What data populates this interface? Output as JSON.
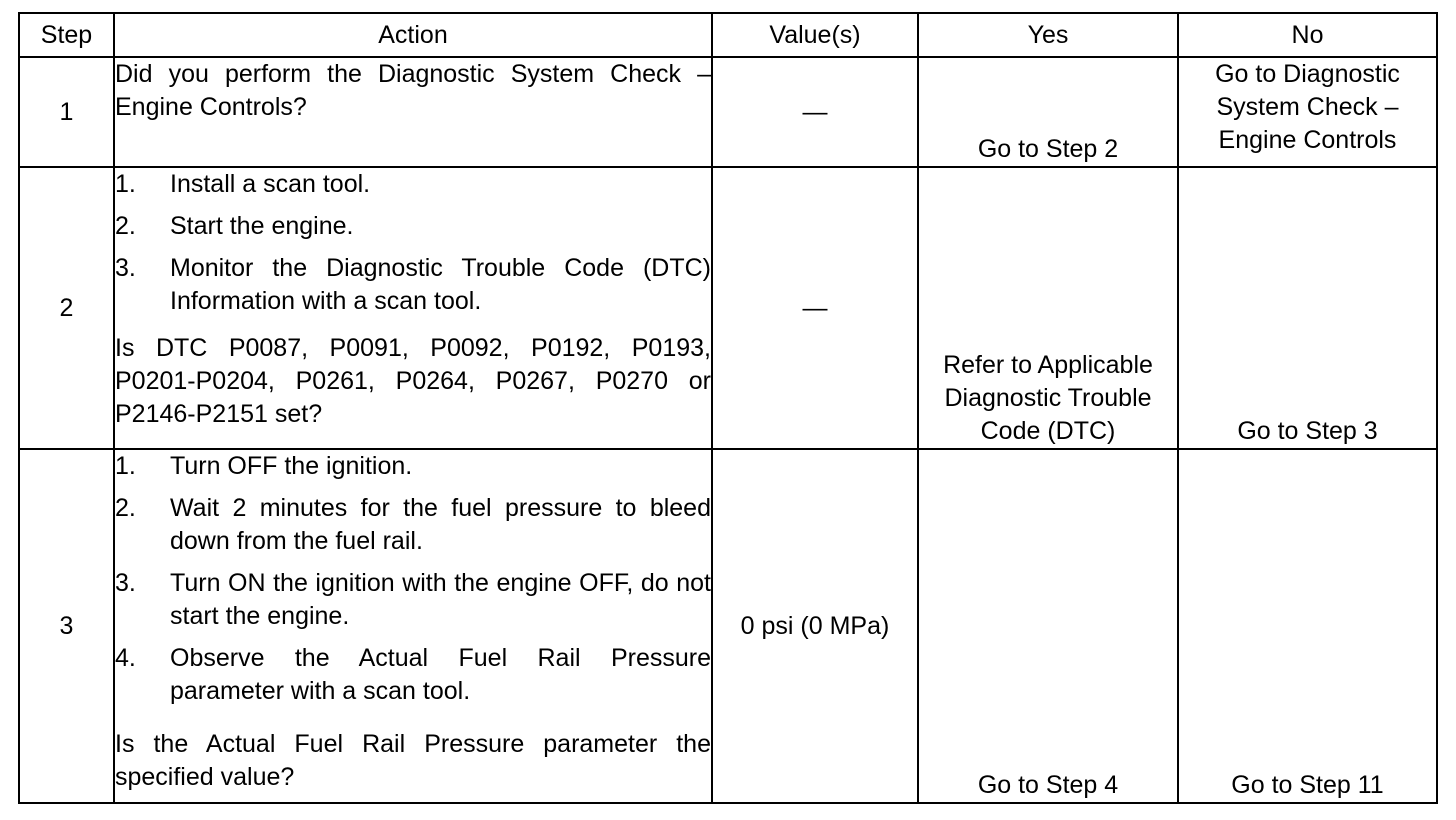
{
  "headers": {
    "step": "Step",
    "action": "Action",
    "values": "Value(s)",
    "yes": "Yes",
    "no": "No"
  },
  "rows": [
    {
      "step": "1",
      "question": "Did you perform the Diagnostic System Check – Engine Controls?",
      "value": "—",
      "yes": "Go to Step 2",
      "no": "Go to Diagnostic System Check – Engine Controls"
    },
    {
      "step": "2",
      "items": [
        {
          "num": "1.",
          "text": "Install a scan tool."
        },
        {
          "num": "2.",
          "text": "Start the engine."
        },
        {
          "num": "3.",
          "text": "Monitor the Diagnostic Trouble Code (DTC) Information with a scan tool."
        }
      ],
      "question": "Is DTC P0087, P0091, P0092, P0192, P0193, P0201-P0204, P0261, P0264, P0267, P0270 or P2146-P2151 set?",
      "value": "—",
      "yes": "Refer to Applicable Diagnostic Trouble Code (DTC)",
      "no": "Go to Step 3"
    },
    {
      "step": "3",
      "items": [
        {
          "num": "1.",
          "text": "Turn OFF the ignition."
        },
        {
          "num": "2.",
          "text": "Wait 2 minutes for the fuel pressure to bleed down from the fuel rail."
        },
        {
          "num": "3.",
          "text": "Turn ON the ignition with the engine OFF, do not start the engine."
        },
        {
          "num": "4.",
          "text": "Observe the Actual Fuel Rail Pressure parameter with a scan tool."
        }
      ],
      "question": "Is the Actual Fuel Rail Pressure parameter the specified value?",
      "value": "0 psi (0 MPa)",
      "yes": "Go to Step 4",
      "no": "Go to Step 11"
    }
  ]
}
